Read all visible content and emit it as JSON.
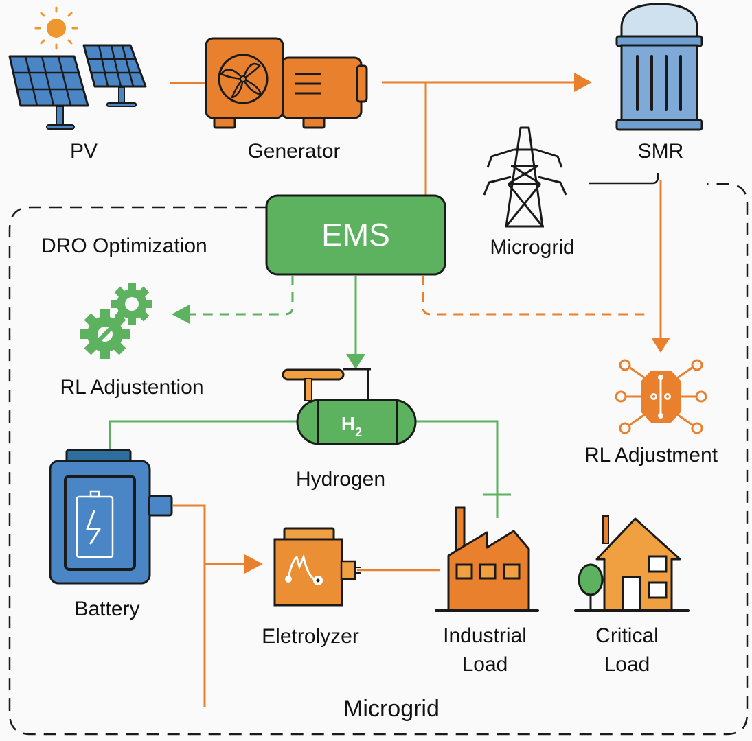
{
  "colors": {
    "orange": "#E8802E",
    "green": "#5CB25E",
    "blue": "#4A86C5",
    "dark": "#1a1a1a",
    "light_blue": "#CFE0EE"
  },
  "nodes": {
    "pv": {
      "label": "PV",
      "icon": "solar-panel-icon"
    },
    "generator": {
      "label": "Generator",
      "icon": "generator-icon"
    },
    "smr": {
      "label": "SMR",
      "icon": "smr-reactor-icon"
    },
    "grid": {
      "label": "Microgrid",
      "icon": "transmission-tower-icon"
    },
    "ems": {
      "label": "EMS"
    },
    "dro": {
      "label": "DRO Optimization"
    },
    "rl_left": {
      "label": "RL Adjustention",
      "icon": "gears-icon"
    },
    "rl_right": {
      "label": "RL Adjustment",
      "icon": "ai-chip-icon"
    },
    "hydrogen": {
      "label": "Hydrogen",
      "icon": "hydrogen-tank-icon",
      "tank_text": "H",
      "tank_sub": "2"
    },
    "battery": {
      "label": "Battery",
      "icon": "battery-icon"
    },
    "electrolyzer": {
      "label": "Eletrolyzer",
      "icon": "electrolyzer-icon"
    },
    "industrial": {
      "label_line1": "Industrial",
      "label_line2": "Load",
      "icon": "factory-icon"
    },
    "critical": {
      "label_line1": "Critical",
      "label_line2": "Load",
      "icon": "house-icon"
    }
  },
  "boundary": {
    "label": "Microgrid"
  }
}
